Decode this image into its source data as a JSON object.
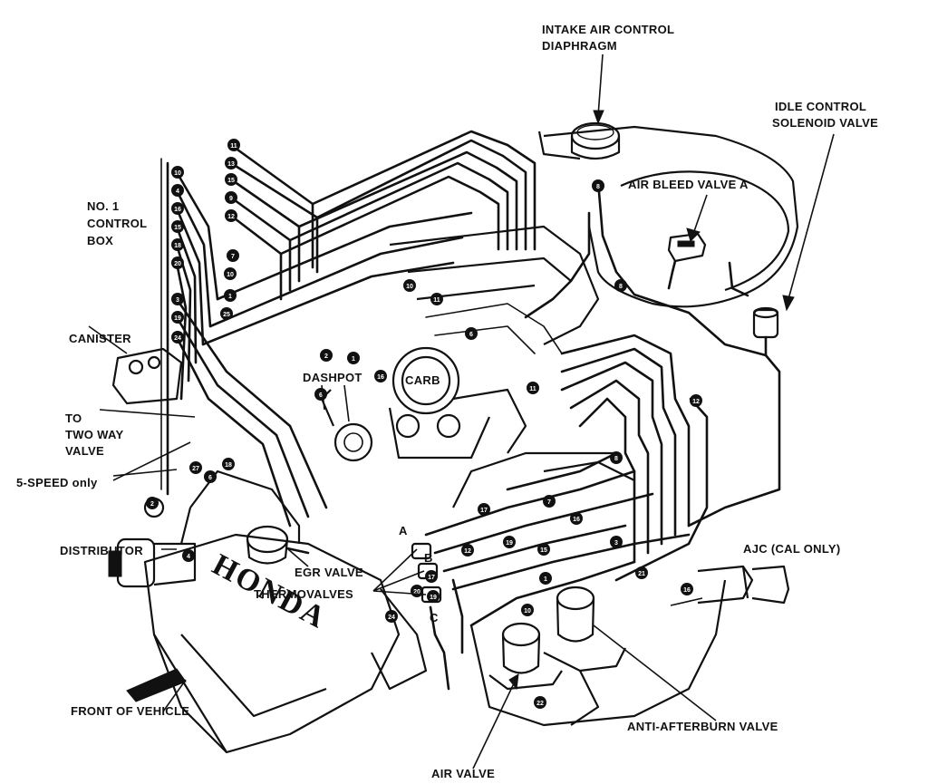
{
  "labels": {
    "intake_air_control_diaphragm": [
      "INTAKE AIR CONTROL",
      "DIAPHRAGM"
    ],
    "idle_control_solenoid_valve": [
      "IDLE CONTROL",
      "SOLENOID VALVE"
    ],
    "air_bleed_valve_a": "AIR BLEED VALVE A",
    "no1_control_box": [
      "NO. 1",
      "CONTROL",
      "BOX"
    ],
    "canister": "CANISTER",
    "to_two_way_valve": [
      "TO",
      "TWO WAY",
      "VALVE"
    ],
    "dashpot": "DASHPOT",
    "carb": "CARB",
    "five_speed_only": "5-SPEED only",
    "distributor": "DISTRIBUTOR",
    "egr_valve": "EGR VALVE",
    "thermovalves": "THERMOVALVES",
    "thermovalve_a": "A",
    "thermovalve_b": "B",
    "thermovalve_c": "C",
    "ajc": "AJC (CAL ONLY)",
    "front_of_vehicle": "FRONT OF VEHICLE",
    "anti_afterburn_valve": "ANTI-AFTERBURN VALVE",
    "air_valve": "AIR VALVE",
    "engine_brand": "HONDA"
  },
  "colors": {
    "ink": "#111111",
    "paper": "#ffffff"
  }
}
